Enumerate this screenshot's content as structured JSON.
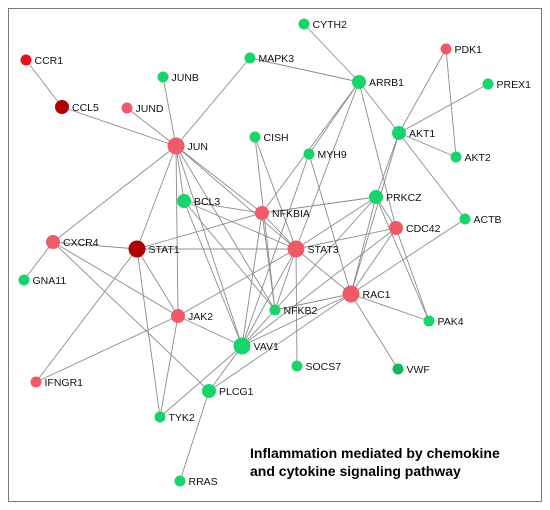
{
  "caption": {
    "line1": "Inflammation mediated by chemokine",
    "line2": "and cytokine signaling pathway"
  },
  "colors": {
    "dark_red": "#b00000",
    "bright_red": "#e8111b",
    "pink": "#f05a68",
    "green": "#19d46c",
    "dark_green": "#12b85a",
    "edge": "#8c8c8c"
  },
  "nodes": [
    {
      "id": "CYTH2",
      "label": "CYTH2",
      "color": "green",
      "size": "s"
    },
    {
      "id": "CCR1",
      "label": "CCR1",
      "color": "bright_red",
      "size": "s"
    },
    {
      "id": "PDK1",
      "label": "PDK1",
      "color": "pink",
      "size": "s"
    },
    {
      "id": "JUNB",
      "label": "JUNB",
      "color": "green",
      "size": "s"
    },
    {
      "id": "MAPK3",
      "label": "MAPK3",
      "color": "green",
      "size": "s"
    },
    {
      "id": "ARRB1",
      "label": "ARRB1",
      "color": "green",
      "size": "m"
    },
    {
      "id": "PREX1",
      "label": "PREX1",
      "color": "green",
      "size": "s"
    },
    {
      "id": "CCL5",
      "label": "CCL5",
      "color": "dark_red",
      "size": "m"
    },
    {
      "id": "JUND",
      "label": "JUND",
      "color": "pink",
      "size": "s"
    },
    {
      "id": "AKT1",
      "label": "AKT1",
      "color": "green",
      "size": "m"
    },
    {
      "id": "CISH",
      "label": "CISH",
      "color": "green",
      "size": "s"
    },
    {
      "id": "JUN",
      "label": "JUN",
      "color": "pink",
      "size": "l"
    },
    {
      "id": "AKT2",
      "label": "AKT2",
      "color": "green",
      "size": "s"
    },
    {
      "id": "MYH9",
      "label": "MYH9",
      "color": "green",
      "size": "s"
    },
    {
      "id": "PRKCZ",
      "label": "PRKCZ",
      "color": "green",
      "size": "m"
    },
    {
      "id": "BCL3",
      "label": "BCL3",
      "color": "green",
      "size": "m"
    },
    {
      "id": "NFKBIA",
      "label": "NFKBIA",
      "color": "pink",
      "size": "m"
    },
    {
      "id": "ACTB",
      "label": "ACTB",
      "color": "green",
      "size": "s"
    },
    {
      "id": "CDC42",
      "label": "CDC42",
      "color": "pink",
      "size": "m"
    },
    {
      "id": "CXCR4",
      "label": "CXCR4",
      "color": "pink",
      "size": "m"
    },
    {
      "id": "STAT1",
      "label": "STAT1",
      "color": "dark_red",
      "size": "l"
    },
    {
      "id": "STAT3",
      "label": "STAT3",
      "color": "pink",
      "size": "l"
    },
    {
      "id": "GNA11",
      "label": "GNA11",
      "color": "green",
      "size": "s"
    },
    {
      "id": "RAC1",
      "label": "RAC1",
      "color": "pink",
      "size": "l"
    },
    {
      "id": "NFKB2",
      "label": "NFKB2",
      "color": "green",
      "size": "s"
    },
    {
      "id": "JAK2",
      "label": "JAK2",
      "color": "pink",
      "size": "m"
    },
    {
      "id": "PAK4",
      "label": "PAK4",
      "color": "green",
      "size": "s"
    },
    {
      "id": "VAV1",
      "label": "VAV1",
      "color": "green",
      "size": "l"
    },
    {
      "id": "SOCS7",
      "label": "SOCS7",
      "color": "green",
      "size": "s"
    },
    {
      "id": "VWF",
      "label": "VWF",
      "color": "dark_green",
      "size": "s"
    },
    {
      "id": "IFNGR1",
      "label": "IFNGR1",
      "color": "pink",
      "size": "s"
    },
    {
      "id": "PLCG1",
      "label": "PLCG1",
      "color": "green",
      "size": "m"
    },
    {
      "id": "TYK2",
      "label": "TYK2",
      "color": "green",
      "size": "s"
    },
    {
      "id": "RRAS",
      "label": "RRAS",
      "color": "green",
      "size": "s"
    }
  ],
  "edges": [
    [
      "CCR1",
      "CCL5"
    ],
    [
      "CCL5",
      "JUN"
    ],
    [
      "JUND",
      "JUN"
    ],
    [
      "JUNB",
      "JUN"
    ],
    [
      "MAPK3",
      "JUN"
    ],
    [
      "JUN",
      "NFKBIA"
    ],
    [
      "JUN",
      "STAT3"
    ],
    [
      "JUN",
      "STAT1"
    ],
    [
      "JUN",
      "CXCR4"
    ],
    [
      "JUN",
      "BCL3"
    ],
    [
      "JUN",
      "VAV1"
    ],
    [
      "JUN",
      "NFKB2"
    ],
    [
      "JUN",
      "JAK2"
    ],
    [
      "CYTH2",
      "ARRB1"
    ],
    [
      "MAPK3",
      "ARRB1"
    ],
    [
      "ARRB1",
      "NFKBIA"
    ],
    [
      "ARRB1",
      "MYH9"
    ],
    [
      "ARRB1",
      "AKT1"
    ],
    [
      "ARRB1",
      "CDC42"
    ],
    [
      "ARRB1",
      "STAT3"
    ],
    [
      "PDK1",
      "AKT1"
    ],
    [
      "PDK1",
      "AKT2"
    ],
    [
      "PREX1",
      "AKT1"
    ],
    [
      "AKT1",
      "AKT2"
    ],
    [
      "AKT1",
      "RAC1"
    ],
    [
      "AKT1",
      "PRKCZ"
    ],
    [
      "AKT1",
      "ACTB"
    ],
    [
      "CISH",
      "NFKB2"
    ],
    [
      "CISH",
      "STAT3"
    ],
    [
      "MYH9",
      "RAC1"
    ],
    [
      "MYH9",
      "VAV1"
    ],
    [
      "PRKCZ",
      "NFKBIA"
    ],
    [
      "PRKCZ",
      "STAT3"
    ],
    [
      "PRKCZ",
      "RAC1"
    ],
    [
      "PRKCZ",
      "CDC42"
    ],
    [
      "PRKCZ",
      "PAK4"
    ],
    [
      "PRKCZ",
      "NFKB2"
    ],
    [
      "BCL3",
      "STAT3"
    ],
    [
      "BCL3",
      "NFKB2"
    ],
    [
      "BCL3",
      "NFKBIA"
    ],
    [
      "BCL3",
      "VAV1"
    ],
    [
      "NFKBIA",
      "STAT3"
    ],
    [
      "NFKBIA",
      "NFKB2"
    ],
    [
      "NFKBIA",
      "STAT1"
    ],
    [
      "NFKBIA",
      "VAV1"
    ],
    [
      "CDC42",
      "RAC1"
    ],
    [
      "CDC42",
      "PAK4"
    ],
    [
      "CDC42",
      "STAT3"
    ],
    [
      "CDC42",
      "VAV1"
    ],
    [
      "ACTB",
      "RAC1"
    ],
    [
      "CXCR4",
      "STAT1"
    ],
    [
      "CXCR4",
      "GNA11"
    ],
    [
      "CXCR4",
      "JAK2"
    ],
    [
      "STAT1",
      "STAT3"
    ],
    [
      "STAT1",
      "JAK2"
    ],
    [
      "STAT1",
      "TYK2"
    ],
    [
      "STAT1",
      "IFNGR1"
    ],
    [
      "STAT3",
      "JAK2"
    ],
    [
      "STAT3",
      "SOCS7"
    ],
    [
      "STAT3",
      "NFKB2"
    ],
    [
      "STAT3",
      "RAC1"
    ],
    [
      "STAT3",
      "VAV1"
    ],
    [
      "RAC1",
      "PAK4"
    ],
    [
      "RAC1",
      "VAV1"
    ],
    [
      "RAC1",
      "VWF"
    ],
    [
      "RAC1",
      "NFKB2"
    ],
    [
      "RAC1",
      "PLCG1"
    ],
    [
      "JAK2",
      "VAV1"
    ],
    [
      "JAK2",
      "IFNGR1"
    ],
    [
      "JAK2",
      "TYK2"
    ],
    [
      "VAV1",
      "PLCG1"
    ],
    [
      "VAV1",
      "TYK2"
    ],
    [
      "VAV1",
      "NFKB2"
    ],
    [
      "PLCG1",
      "RRAS"
    ],
    [
      "PLCG1",
      "CXCR4"
    ]
  ]
}
